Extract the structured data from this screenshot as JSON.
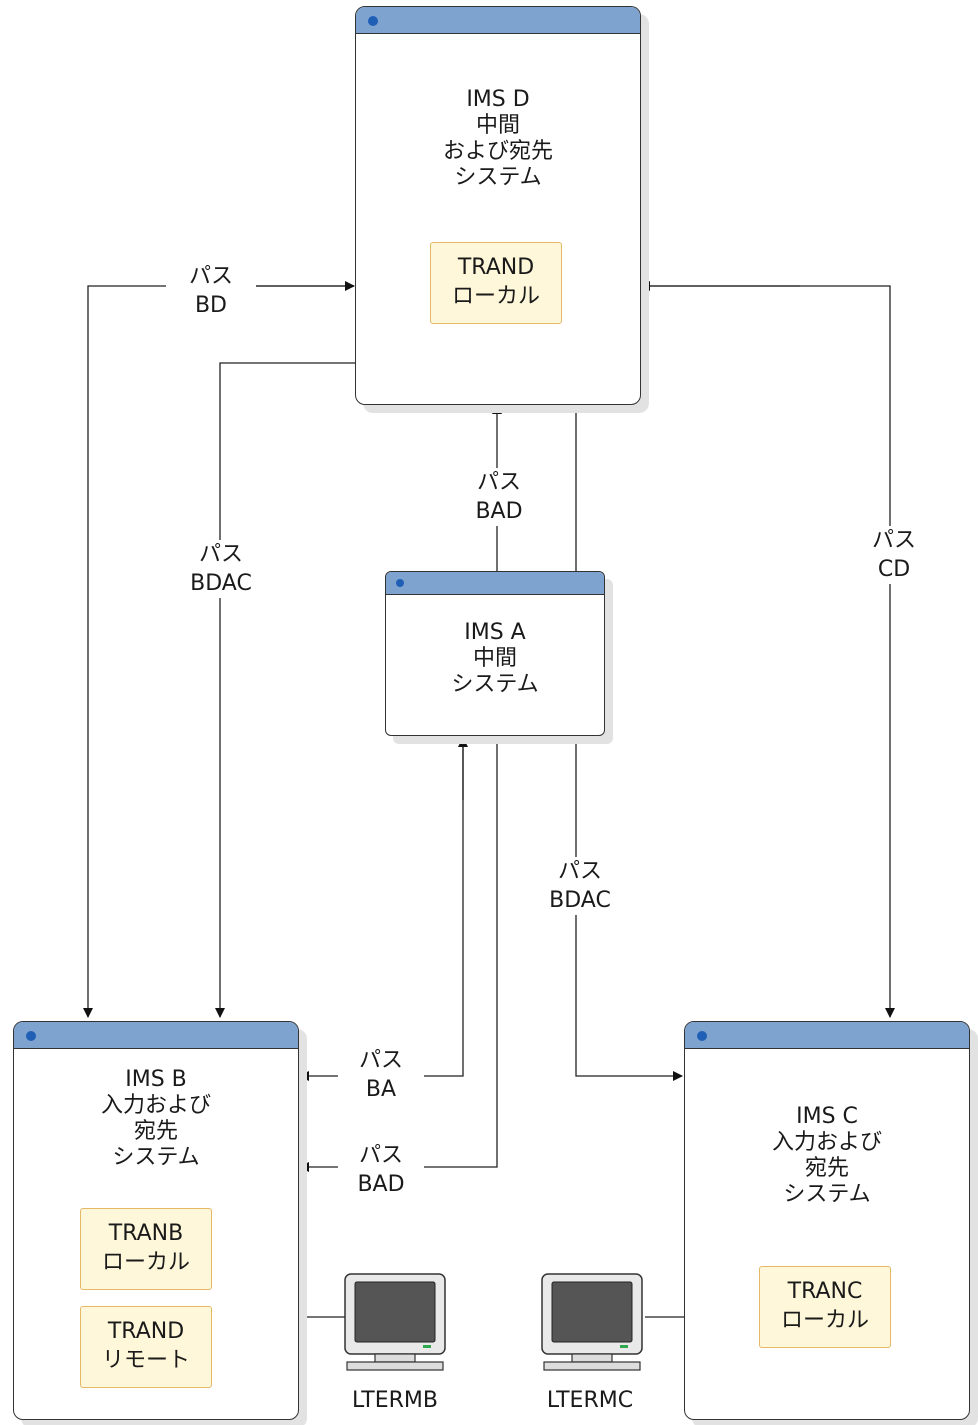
{
  "systems": {
    "ims_d": {
      "lines": [
        "IMS D",
        "中間",
        "および宛先",
        "システム"
      ],
      "chip": [
        "TRAND",
        "ローカル"
      ]
    },
    "ims_a": {
      "lines": [
        "IMS A",
        "中間",
        "システム"
      ]
    },
    "ims_b": {
      "lines": [
        "IMS B",
        "入力および",
        "宛先",
        "システム"
      ],
      "chips": [
        [
          "TRANB",
          "ローカル"
        ],
        [
          "TRAND",
          "リモート"
        ]
      ]
    },
    "ims_c": {
      "lines": [
        "IMS C",
        "入力および",
        "宛先",
        "システム"
      ],
      "chip": [
        "TRANC",
        "ローカル"
      ]
    }
  },
  "paths": {
    "bd": [
      "パス",
      "BD"
    ],
    "bdac_left": [
      "パス",
      "BDAC"
    ],
    "bad_top": [
      "パス",
      "BAD"
    ],
    "cd": [
      "パス",
      "CD"
    ],
    "bdac_right": [
      "パス",
      "BDAC"
    ],
    "ba": [
      "パス",
      "BA"
    ],
    "bad_bottom": [
      "パス",
      "BAD"
    ]
  },
  "terminals": {
    "b": "LTERMB",
    "c": "LTERMC"
  }
}
